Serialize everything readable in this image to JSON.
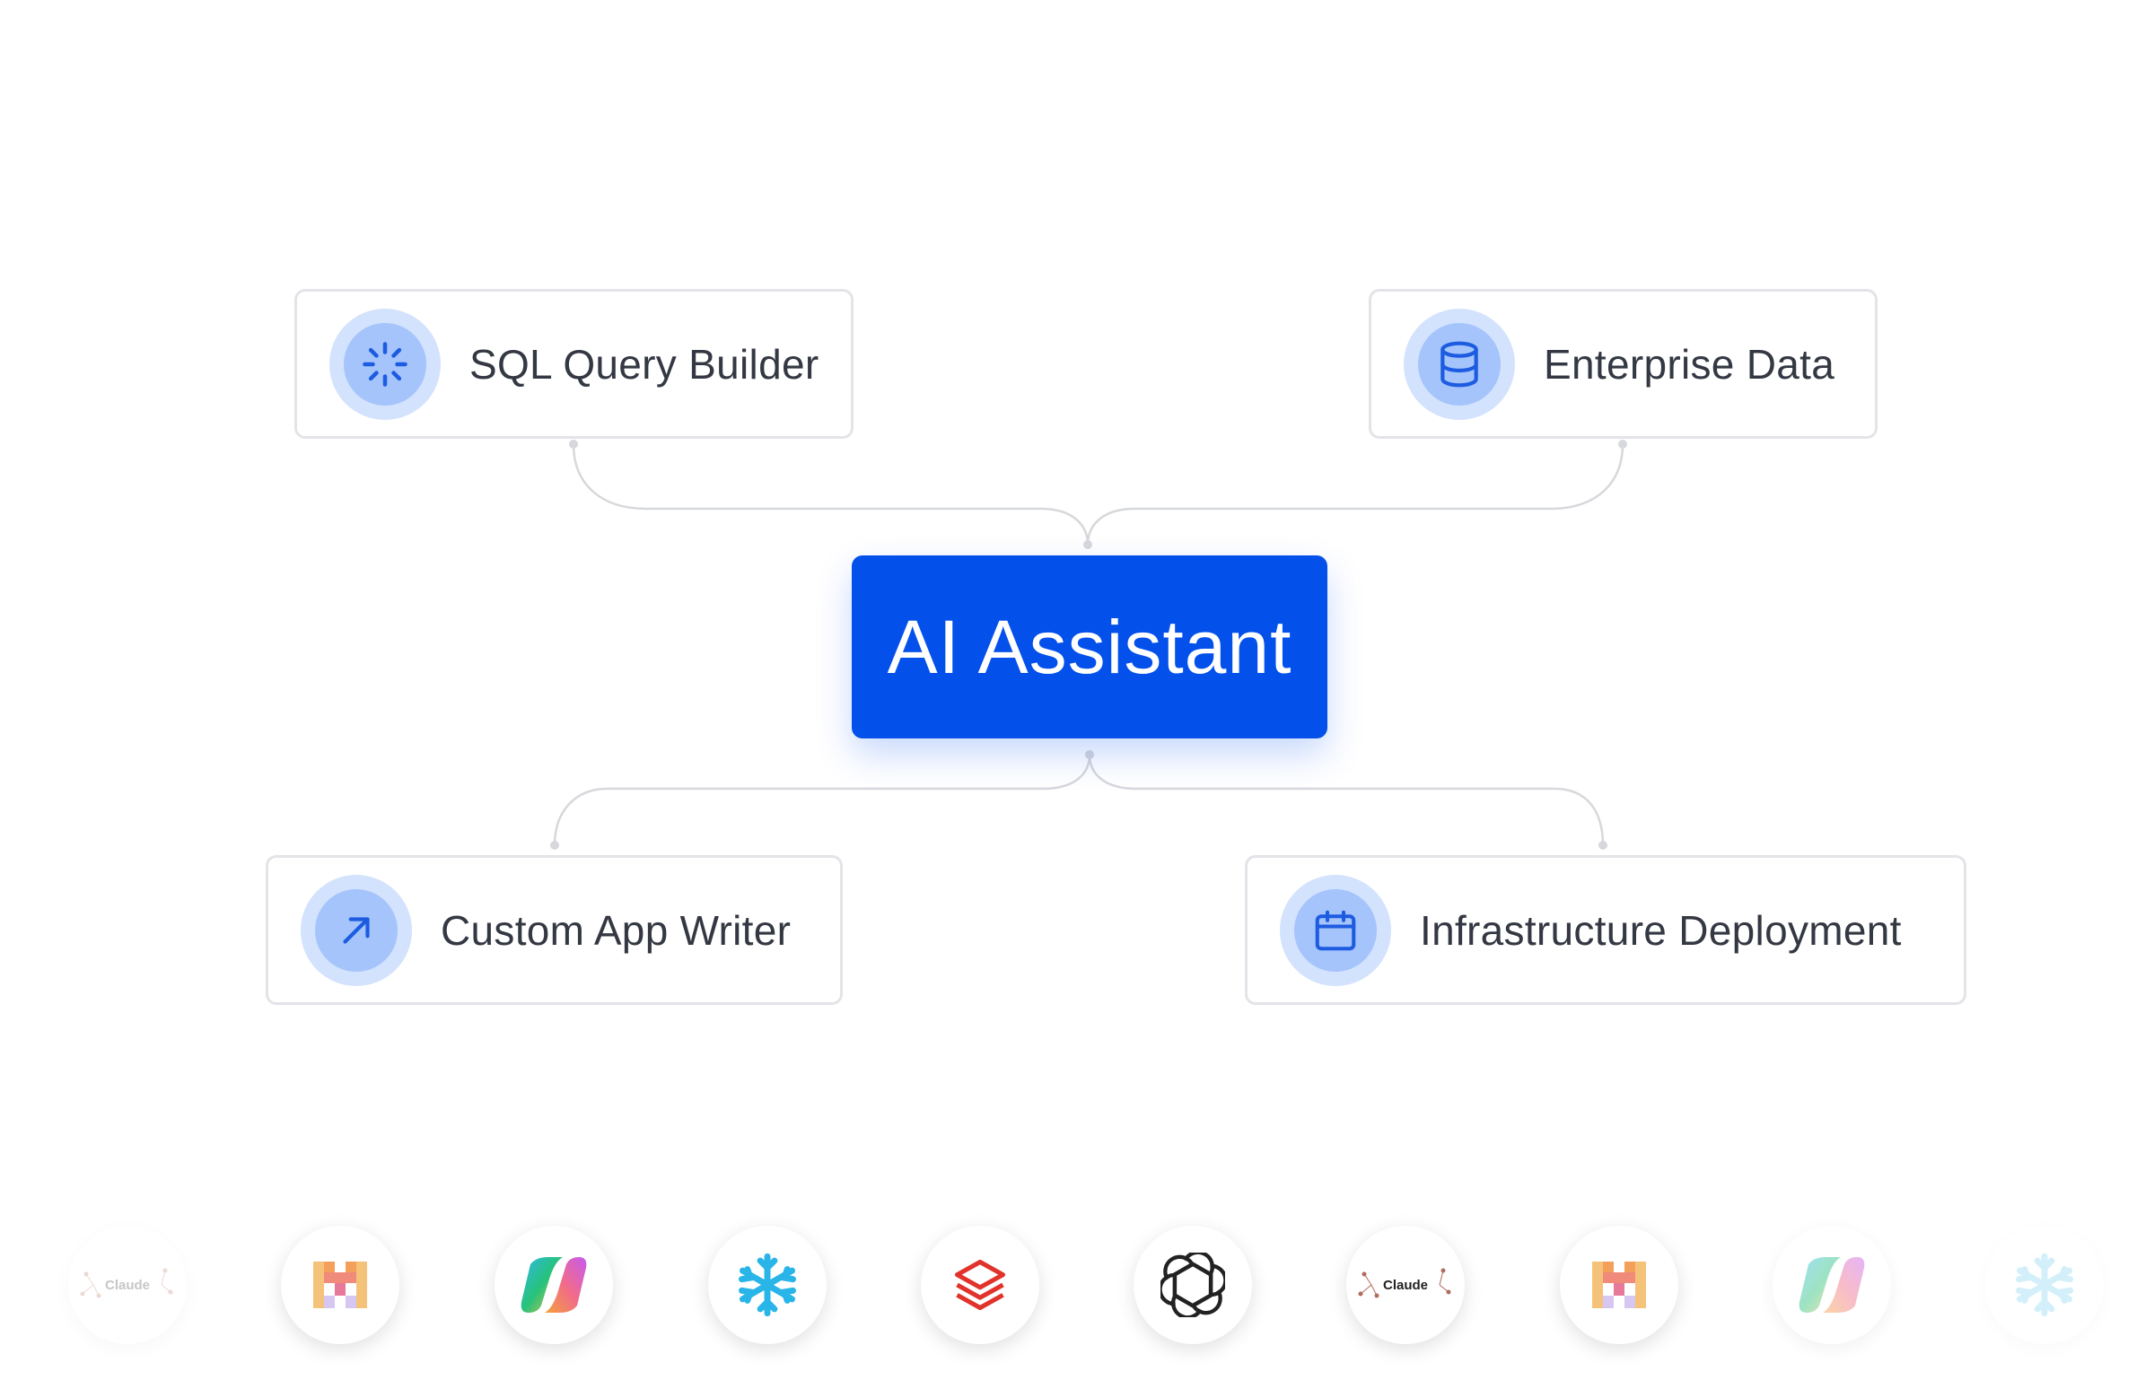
{
  "center": {
    "label": "AI Assistant"
  },
  "nodes": {
    "sql": {
      "label": "SQL Query Builder",
      "icon": "loader-icon"
    },
    "enterprise": {
      "label": "Enterprise Data",
      "icon": "database-icon"
    },
    "custom": {
      "label": "Custom App Writer",
      "icon": "arrow-up-right-icon"
    },
    "infra": {
      "label": "Infrastructure Deployment",
      "icon": "calendar-icon"
    }
  },
  "logos": [
    {
      "name": "claude-logo",
      "text": "Claude",
      "faded": true
    },
    {
      "name": "mistral-logo",
      "faded": false
    },
    {
      "name": "copilot-logo",
      "faded": false
    },
    {
      "name": "snowflake-logo",
      "faded": false
    },
    {
      "name": "databricks-logo",
      "faded": false
    },
    {
      "name": "openai-logo",
      "faded": false
    },
    {
      "name": "claude-logo",
      "text": "Claude",
      "faded": false
    },
    {
      "name": "mistral-logo",
      "faded": false
    },
    {
      "name": "copilot-logo",
      "faded": true
    },
    {
      "name": "snowflake-logo",
      "faded": true
    }
  ],
  "colors": {
    "accent": "#0350EB",
    "icon_ring": "#D3E2FD",
    "icon_fill": "#A4C4FB",
    "icon_stroke": "#1D5BE0",
    "node_border": "#E3E4E8",
    "connector": "#D6D8DC"
  }
}
